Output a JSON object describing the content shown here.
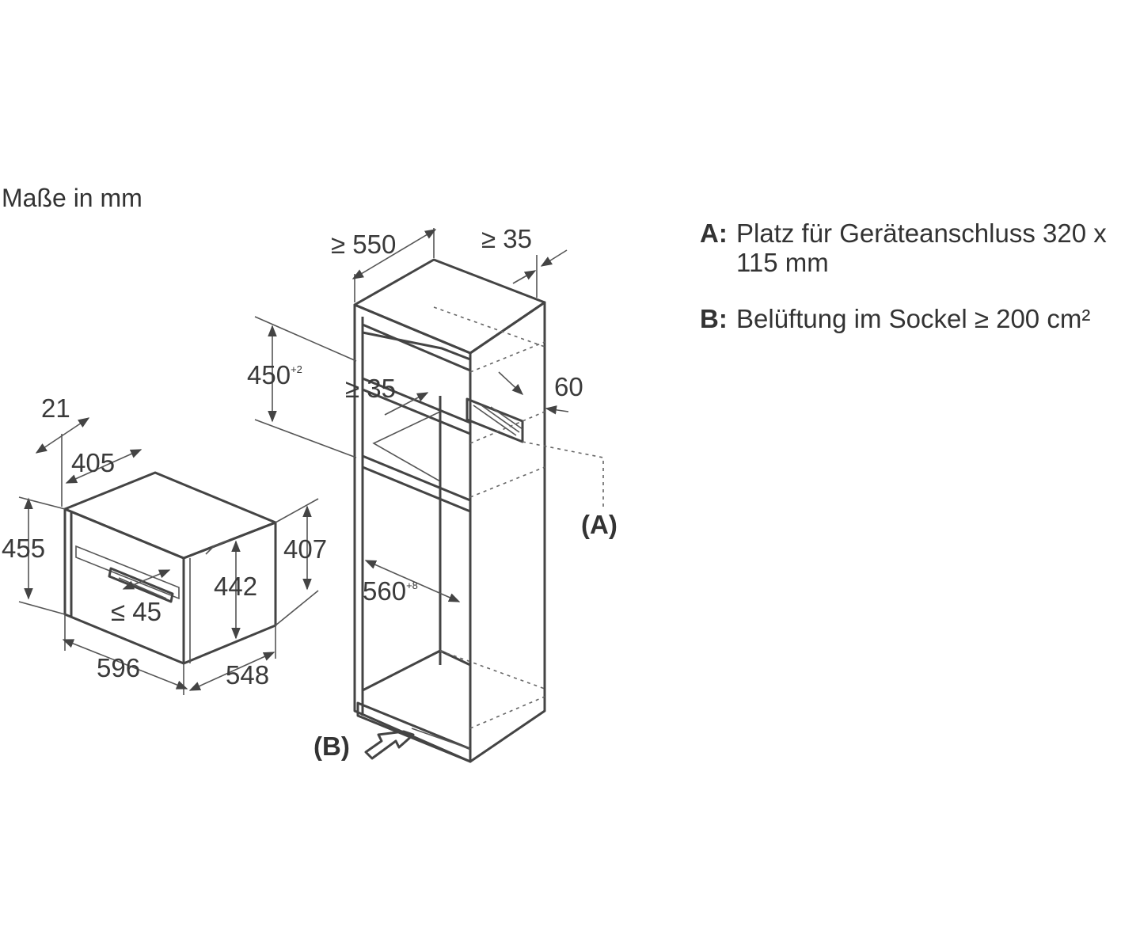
{
  "units_label": "Maße in mm",
  "legend": [
    {
      "key": "A:",
      "text": "Platz für Geräteanschluss 320 x 115 mm"
    },
    {
      "key": "B:",
      "text": "Belüftung im Sockel ≥ 200 cm²"
    }
  ],
  "device_dimensions": {
    "front_panel_thickness": "21",
    "top_depth": "405",
    "total_height": "455",
    "inner_height": "442",
    "side_height": "407",
    "handle_gap": "≤ 45",
    "width": "596",
    "depth": "548"
  },
  "cabinet_dimensions": {
    "depth": "≥ 550",
    "top_gap": "≥ 35",
    "niche_height": "450",
    "niche_height_tolerance": "+2",
    "shelf_gap": "≥ 35",
    "side_gap": "60",
    "niche_width": "560",
    "niche_width_tolerance": "+8"
  },
  "callouts": {
    "a": "(A)",
    "b": "(B)"
  }
}
